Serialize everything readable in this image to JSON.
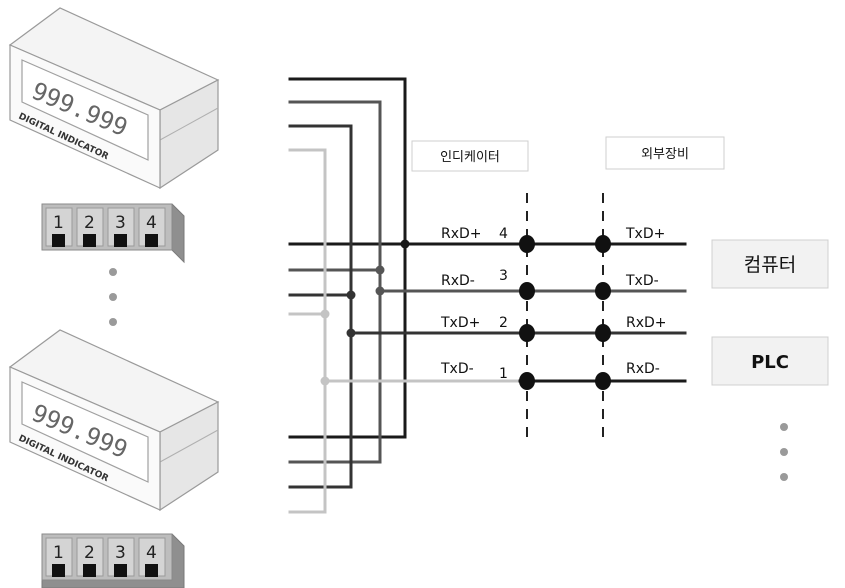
{
  "indicator": {
    "display_value": "999.999",
    "subtitle": "DIGITAL INDICATOR",
    "terminals": [
      "1",
      "2",
      "3",
      "4"
    ]
  },
  "headers": {
    "indicator": "인디케이터",
    "external": "외부장비"
  },
  "pins": [
    {
      "left_label": "RxD+",
      "number": "4",
      "right_label": "TxD+"
    },
    {
      "left_label": "RxD-",
      "number": "3",
      "right_label": "TxD-"
    },
    {
      "left_label": "TxD+",
      "number": "2",
      "right_label": "RxD+"
    },
    {
      "left_label": "TxD-",
      "number": "1",
      "right_label": "RxD-"
    }
  ],
  "devices": [
    "컴퓨터",
    "PLC"
  ],
  "wire_colors": {
    "pin4": "#1a1a1a",
    "pin3": "#555555",
    "pin2": "#333333",
    "pin1": "#c4c4c4"
  }
}
